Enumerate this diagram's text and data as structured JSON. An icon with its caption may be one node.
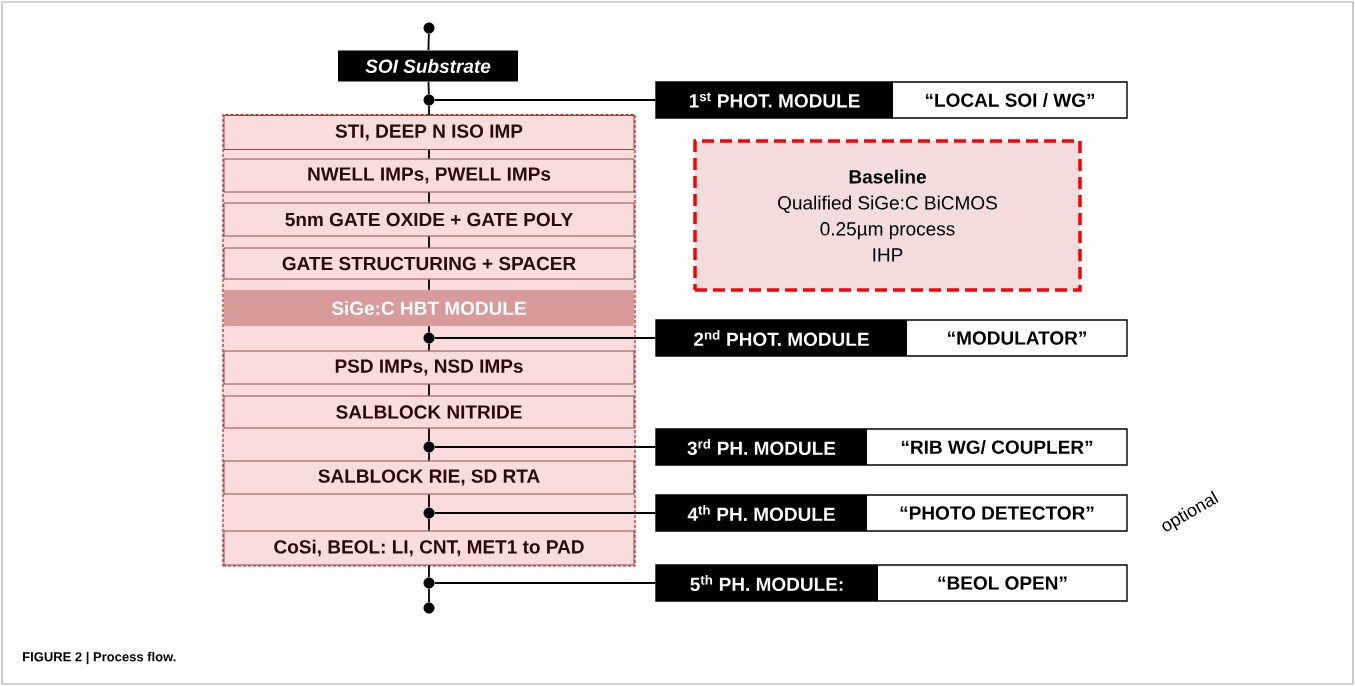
{
  "diagram": {
    "caption": "FIGURE 2 | Process flow.",
    "nodes": [
      {
        "text": [],
        "shape": "circle"
      },
      {
        "text": [
          "SOI Substrate"
        ]
      },
      {
        "text": [],
        "shape": "circle"
      },
      {
        "text": [
          "1$^{st}$ PHOT. MODULE",
          "“LOCAL SOI / WG”"
        ]
      },
      {
        "text": [],
        "shape": "box"
      },
      {
        "text": [
          "STI, DEEP N ISO IMP"
        ],
        "in": 4
      },
      {
        "text": [
          "NWELL IMPs, PWELL IMPs"
        ],
        "in": 4
      },
      {
        "text": [
          "5nm GATE OXIDE + GATE POLY"
        ],
        "in": 4
      },
      {
        "text": [
          "GATE STRUCTURING + SPACER"
        ],
        "in": 4
      },
      {
        "text": [
          "Baseline",
          "Qualified SiGe:C BiCMOS",
          "0.25µm process",
          "IHP"
        ]
      },
      {
        "text": [
          "SiGe:C  HBT MODULE"
        ],
        "in": 4
      },
      {
        "text": [],
        "shape": "circle",
        "in": 4
      },
      {
        "text": [
          "2$^{nd}$ PHOT. MODULE",
          "“MODULATOR”"
        ]
      },
      {
        "text": [
          "PSD IMPs, NSD IMPs"
        ],
        "in": 4
      },
      {
        "text": [
          "SALBLOCK NITRIDE"
        ],
        "in": 4
      },
      {
        "text": [],
        "shape": "circle",
        "in": 4
      },
      {
        "text": [
          "3$^{rd}$ PH. MODULE",
          "“RIB WG/ COUPLER”"
        ]
      },
      {
        "text": [
          "SALBLOCK RIE, SD RTA"
        ],
        "in": 4
      },
      {
        "text": [],
        "shape": "circle",
        "in": 4
      },
      {
        "text": [
          "4$^{th}$ PH. MODULE",
          "“PHOTO DETECTOR”"
        ]
      },
      {
        "text": [
          "CoSi, BEOL: LI, CNT, MET1 to PAD"
        ],
        "in": 4
      },
      {
        "text": [],
        "shape": "circle"
      },
      {
        "text": [
          "5$^{th}$ PH. MODULE:",
          "“BEOL OPEN”"
        ]
      },
      {
        "text": [],
        "shape": "circle"
      }
    ],
    "edges": [
      {
        "from": 0,
        "to": 1,
        "arrow": "none"
      },
      {
        "from": 1,
        "to": 2,
        "arrow": "none"
      },
      {
        "from": 2,
        "to": 3,
        "arrow": "none"
      },
      {
        "from": 2,
        "to": 5,
        "arrow": "none"
      },
      {
        "from": 5,
        "to": 6,
        "arrow": "none"
      },
      {
        "from": 6,
        "to": 7,
        "arrow": "none"
      },
      {
        "from": 7,
        "to": 8,
        "arrow": "none"
      },
      {
        "from": 8,
        "to": 10,
        "arrow": "none"
      },
      {
        "from": 10,
        "to": 11,
        "arrow": "none"
      },
      {
        "from": 11,
        "to": 12,
        "arrow": "none"
      },
      {
        "from": 11,
        "to": 13,
        "arrow": "none"
      },
      {
        "from": 13,
        "to": 14,
        "arrow": "none"
      },
      {
        "from": 14,
        "to": 15,
        "arrow": "none"
      },
      {
        "from": 15,
        "to": 16,
        "arrow": "none"
      },
      {
        "from": 15,
        "to": 17,
        "arrow": "none"
      },
      {
        "from": 17,
        "to": 18,
        "arrow": "none"
      },
      {
        "from": 18,
        "to": 19,
        "arrow": "none"
      },
      {
        "from": 18,
        "to": 20,
        "arrow": "none"
      },
      {
        "from": 20,
        "to": 21,
        "arrow": "none"
      },
      {
        "from": 21,
        "to": 22,
        "arrow": "none"
      },
      {
        "from": 21,
        "to": 23,
        "arrow": "none"
      }
    ],
    "labels": [
      "optional"
    ]
  }
}
